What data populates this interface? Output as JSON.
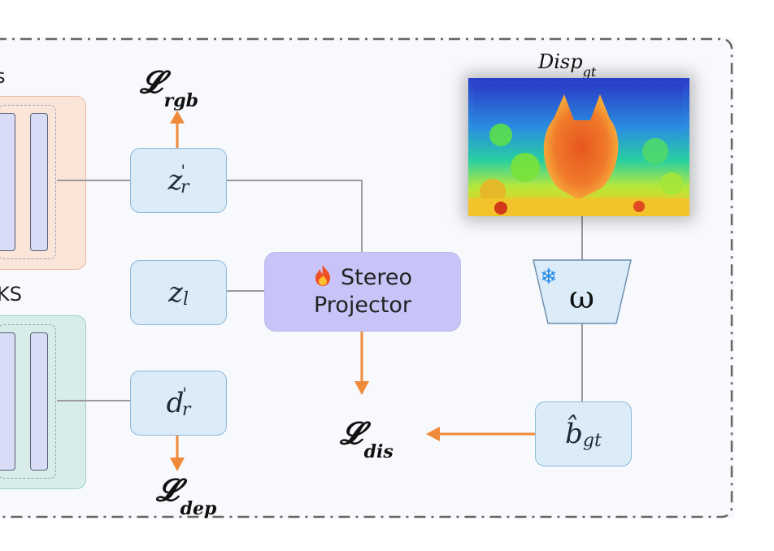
{
  "diagram": {
    "loss_rgb": {
      "symbol": "𝓛",
      "sub": "rgb"
    },
    "loss_dep": {
      "symbol": "𝓛",
      "sub": "dep"
    },
    "loss_dis": {
      "symbol": "𝓛",
      "sub": "dis"
    },
    "node_zr": {
      "base": "z",
      "sub": "r",
      "sup": "'"
    },
    "node_zl": {
      "base": "z",
      "sub": "l"
    },
    "node_dr": {
      "base": "d",
      "sub": "r",
      "sup": "'"
    },
    "node_bgt": {
      "base": "b̂",
      "sub": "gt"
    },
    "projector": {
      "line1": "Stereo",
      "line2": "Projector",
      "icon": "fire-icon"
    },
    "encoder": {
      "symbol": "ω",
      "icon": "snowflake-icon"
    },
    "disp": {
      "base": "Disp",
      "sub": "gt"
    },
    "partial_labels": {
      "top": "s",
      "bottom": "KS"
    }
  },
  "colors": {
    "arrow": "#ef8a3a",
    "line": "#9a9a9a",
    "node_fill": "#dbecf8",
    "projector_fill": "#c8c4f7",
    "rgb_block": "#fbe4d8",
    "dep_block": "#d8ede9"
  }
}
